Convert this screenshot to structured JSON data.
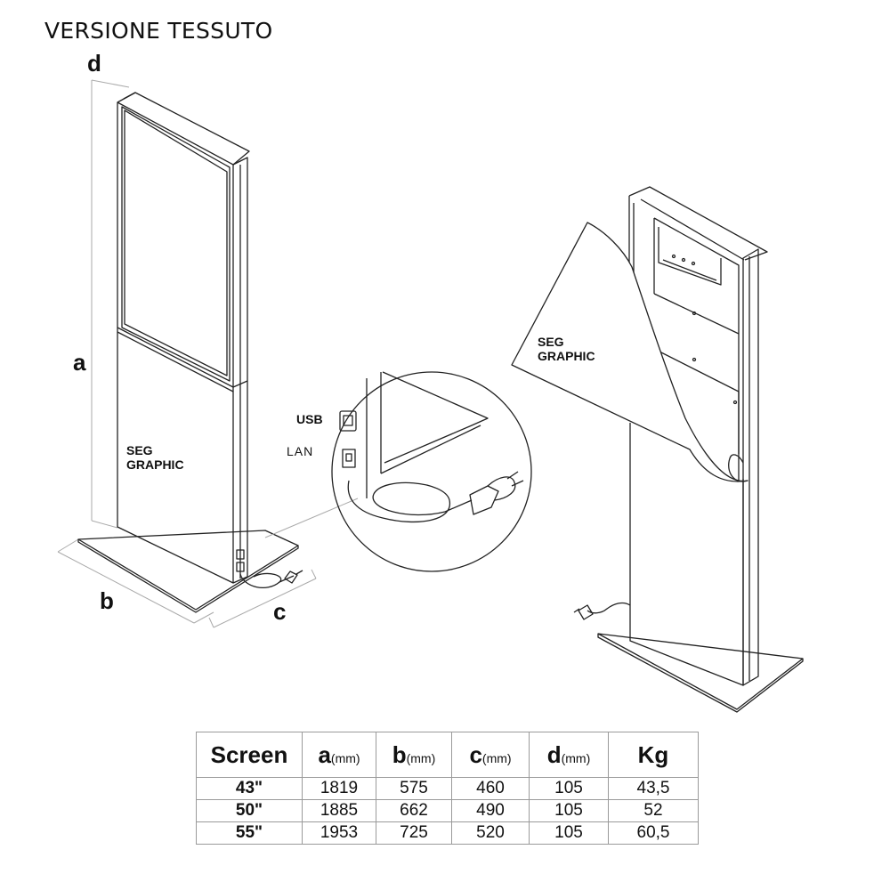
{
  "title": "VERSIONE TESSUTO",
  "dimension_labels": {
    "a": "a",
    "b": "b",
    "c": "c",
    "d": "d"
  },
  "callouts": {
    "seg_graphic_front": [
      "SEG",
      "GRAPHIC"
    ],
    "seg_graphic_back": [
      "SEG",
      "GRAPHIC"
    ],
    "usb": "USB",
    "lan": "LAN"
  },
  "table": {
    "headers": [
      {
        "label": "Screen",
        "unit": ""
      },
      {
        "label": "a",
        "unit": "(mm)"
      },
      {
        "label": "b",
        "unit": "(mm)"
      },
      {
        "label": "c",
        "unit": "(mm)"
      },
      {
        "label": "d",
        "unit": "(mm)"
      },
      {
        "label": "Kg",
        "unit": ""
      }
    ],
    "rows": [
      [
        "43\"",
        "1819",
        "575",
        "460",
        "105",
        "43,5"
      ],
      [
        "50\"",
        "1885",
        "662",
        "490",
        "105",
        "52"
      ],
      [
        "55\"",
        "1953",
        "725",
        "520",
        "105",
        "60,5"
      ]
    ]
  }
}
